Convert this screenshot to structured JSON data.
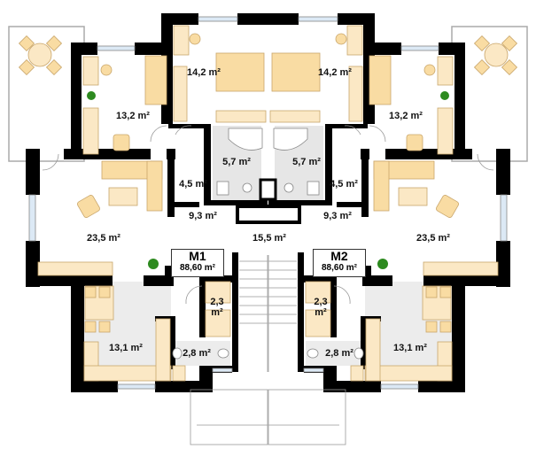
{
  "plan": {
    "units": [
      {
        "name": "M1",
        "area": "88,60 m²"
      },
      {
        "name": "M2",
        "area": "88,60 m²"
      }
    ],
    "rooms": {
      "bedroom_large_left": "14,2 m²",
      "bedroom_large_right": "14,2 m²",
      "bedroom_small_left": "13,2 m²",
      "bedroom_small_right": "13,2 m²",
      "bathroom_left": "5,7 m²",
      "bathroom_right": "5,7 m²",
      "hall_left": "4,5 m²",
      "hall_right": "4,5 m²",
      "corridor_left": "9,3 m²",
      "corridor_right": "9,3 m²",
      "living_left": "23,5 m²",
      "living_right": "23,5 m²",
      "staircase": "15,5 m²",
      "closet_left": "2,3 m²",
      "closet_right": "2,3 m²",
      "kitchen_left": "13,1 m²",
      "kitchen_right": "13,1 m²",
      "wc_left": "2,8 m²",
      "wc_right": "2,8 m²"
    }
  },
  "colors": {
    "wall": "#000000",
    "furniture": "#f9dca3",
    "floor": "#fdf4de",
    "wet": "#e6e6e6"
  }
}
